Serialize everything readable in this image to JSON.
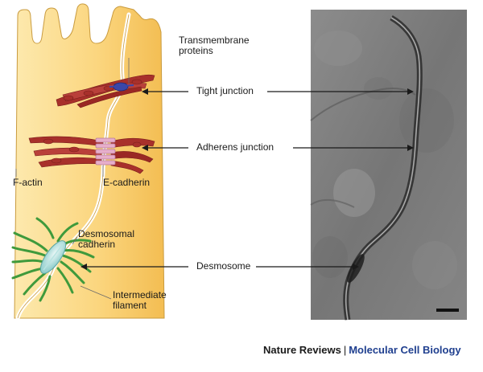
{
  "labels": {
    "transmembrane_proteins": [
      "Transmembrane",
      "proteins"
    ],
    "tight_junction": "Tight junction",
    "adherens_junction": "Adherens junction",
    "f_actin": "F-actin",
    "e_cadherin": "E-cadherin",
    "desmosomal_cadherin": [
      "Desmosomal",
      "cadherin"
    ],
    "desmosome": "Desmosome",
    "intermediate_filament": [
      "Intermediate",
      "filament"
    ]
  },
  "footer": {
    "journal": "Nature Reviews",
    "separator": "|",
    "section": "Molecular Cell Biology"
  },
  "colors": {
    "cell_fill_light": "#fde7a8",
    "cell_fill_dark": "#f5c25a",
    "cell_outline": "#c89a3c",
    "f_actin": "#a8302b",
    "intermediate_filament": "#3f9a3c",
    "cadherin": "#e7aecb",
    "tight_junction_protein": "#3a47a8",
    "desmosome_plaque": "#9fd8d6",
    "micrograph_bg": "#7d7d7d",
    "brand_blue": "#1f3f8f"
  }
}
